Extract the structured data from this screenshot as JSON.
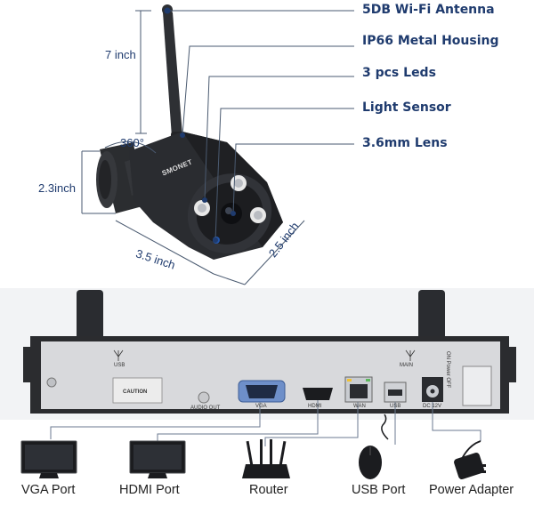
{
  "camera": {
    "brand": "SMONET",
    "callouts": {
      "antenna": "5DB Wi-Fi Antenna",
      "housing": "IP66 Metal Housing",
      "leds": "3 pcs Leds",
      "sensor": "Light Sensor",
      "lens": "3.6mm Lens"
    },
    "dimensions": {
      "height": "7 inch",
      "rotation": "360°",
      "diameter": "2.3inch",
      "length": "3.5 inch",
      "depth": "2.5 inch"
    }
  },
  "nvr": {
    "labels": {
      "usb_left": "USB",
      "main": "MAIN",
      "caution": "CAUTION",
      "audio_out": "AUDIO OUT",
      "vga": "VGA",
      "hdmi": "HDMI",
      "wan": "WAN",
      "usb": "USB",
      "dc": "DC 12V",
      "power": "ON Power OFF"
    }
  },
  "devices": {
    "vga": "VGA Port",
    "hdmi": "HDMI Port",
    "router": "Router",
    "usb": "USB Port",
    "power": "Power Adapter"
  },
  "colors": {
    "accent": "#1f3b6e",
    "leader": "#4a5a70",
    "camera_body": "#2a2c30",
    "nvr_body": "#d8d9dc",
    "panel": "#9fa1a6"
  }
}
